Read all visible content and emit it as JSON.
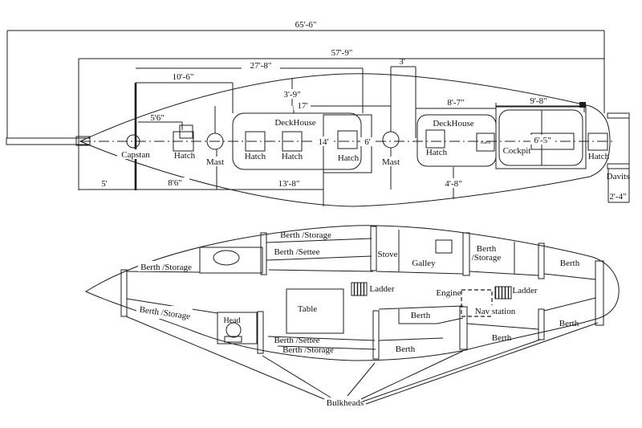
{
  "deck": {
    "dims": {
      "d65": "65'-6\"",
      "d57": "57'-9\"",
      "d27": "27'-8\"",
      "d10_6": "10'-6\"",
      "d5_6": "5'6\"",
      "d3": "3'",
      "d3_9": "3'-9\"",
      "d17": "17'",
      "d14": "14'",
      "d6": "6'",
      "d8_7": "8'-7\"",
      "d9_8": "9'-8\"",
      "d6_5": "6'-5\"",
      "d5": "5'",
      "d8_6": "8'6\"",
      "d13_8": "13'-8\"",
      "d4_8": "4'-8\"",
      "d2_4": "2'-4\""
    },
    "labels": {
      "capstan": "Capstan",
      "hatch": "Hatch",
      "mast": "Mast",
      "deckhouse": "DeckHouse",
      "cockpit": "Cockpit",
      "davits": "Davits"
    }
  },
  "interior": {
    "labels": {
      "berth_storage": "Berth /Storage",
      "berth_settee": "Berth /Settee",
      "berth": "Berth",
      "slash_storage": "/Storage",
      "stove": "Stove",
      "galley": "Galley",
      "ladder": "Ladder",
      "table": "Table",
      "head": "Head",
      "engine": "Engine",
      "nav_station": "Nav station",
      "bulkheads": "Bulkheads"
    }
  }
}
